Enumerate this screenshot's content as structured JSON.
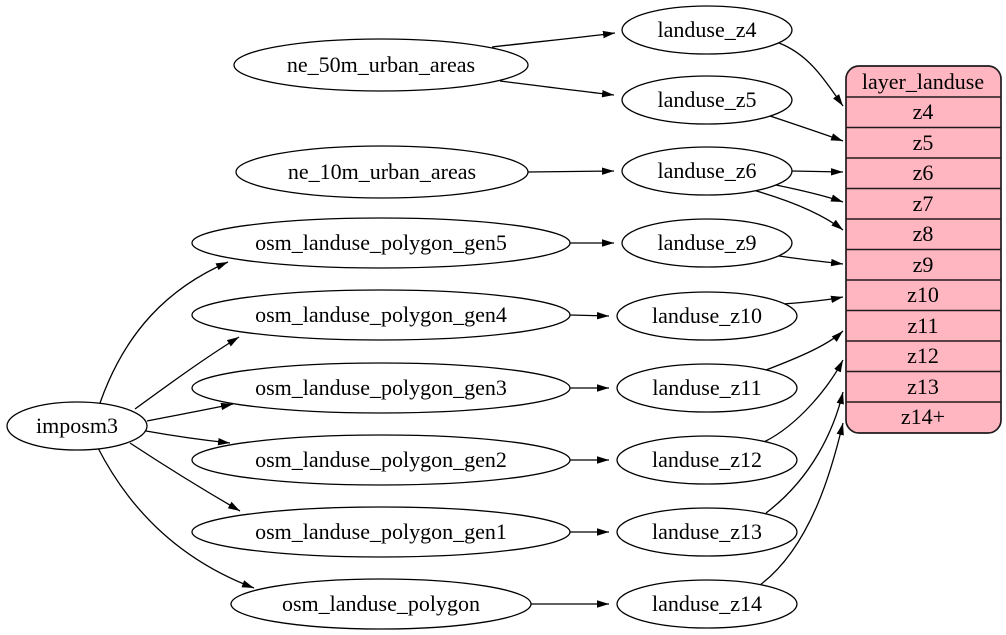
{
  "diagram": {
    "type": "graphviz-flow-digraph",
    "background": "#ffffff",
    "node_style": {
      "fill": "#ffffff",
      "stroke": "#000000",
      "text_color": "#000000"
    },
    "edge_color": "#000000",
    "node_labels": {
      "imposm3": "imposm3",
      "ne_50m_urban_areas": "ne_50m_urban_areas",
      "ne_10m_urban_areas": "ne_10m_urban_areas",
      "osm_landuse_polygon_gen5": "osm_landuse_polygon_gen5",
      "osm_landuse_polygon_gen4": "osm_landuse_polygon_gen4",
      "osm_landuse_polygon_gen3": "osm_landuse_polygon_gen3",
      "osm_landuse_polygon_gen2": "osm_landuse_polygon_gen2",
      "osm_landuse_polygon_gen1": "osm_landuse_polygon_gen1",
      "osm_landuse_polygon": "osm_landuse_polygon",
      "landuse_z4": "landuse_z4",
      "landuse_z5": "landuse_z5",
      "landuse_z6": "landuse_z6",
      "landuse_z9": "landuse_z9",
      "landuse_z10": "landuse_z10",
      "landuse_z11": "landuse_z11",
      "landuse_z12": "landuse_z12",
      "landuse_z13": "landuse_z13",
      "landuse_z14": "landuse_z14"
    },
    "record": {
      "title": "layer_landuse",
      "fill": "#ffb6c1",
      "rows": [
        "z4",
        "z5",
        "z6",
        "z7",
        "z8",
        "z9",
        "z10",
        "z11",
        "z12",
        "z13",
        "z14+"
      ]
    },
    "edges": [
      "imposm3 -> osm_landuse_polygon_gen5",
      "imposm3 -> osm_landuse_polygon_gen4",
      "imposm3 -> osm_landuse_polygon_gen3",
      "imposm3 -> osm_landuse_polygon_gen2",
      "imposm3 -> osm_landuse_polygon_gen1",
      "imposm3 -> osm_landuse_polygon",
      "ne_50m_urban_areas -> landuse_z4",
      "ne_50m_urban_areas -> landuse_z5",
      "ne_10m_urban_areas -> landuse_z6",
      "osm_landuse_polygon_gen5 -> landuse_z9",
      "osm_landuse_polygon_gen4 -> landuse_z10",
      "osm_landuse_polygon_gen3 -> landuse_z11",
      "osm_landuse_polygon_gen2 -> landuse_z12",
      "osm_landuse_polygon_gen1 -> landuse_z13",
      "osm_landuse_polygon -> landuse_z14",
      "landuse_z4 -> layer_landuse:z4",
      "landuse_z5 -> layer_landuse:z5",
      "landuse_z6 -> layer_landuse:z6",
      "landuse_z6 -> layer_landuse:z7",
      "landuse_z6 -> layer_landuse:z8",
      "landuse_z9 -> layer_landuse:z9",
      "landuse_z10 -> layer_landuse:z10",
      "landuse_z11 -> layer_landuse:z11",
      "landuse_z12 -> layer_landuse:z12",
      "landuse_z13 -> layer_landuse:z13",
      "landuse_z14 -> layer_landuse:z14+"
    ]
  }
}
